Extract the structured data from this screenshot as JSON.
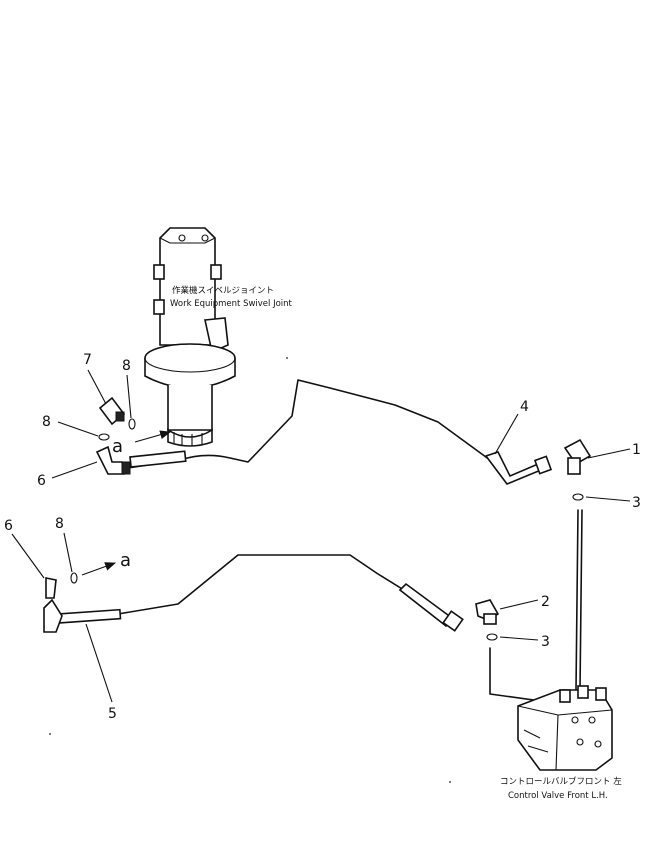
{
  "labels": {
    "swivel_joint_jp": "作業機スイベルジョイント",
    "swivel_joint_en": "Work Equipment Swivel Joint",
    "control_valve_jp": "コントロールバルブフロント 左",
    "control_valve_en": "Control Valve Front L.H."
  },
  "callouts": {
    "p1": "1",
    "p2": "2",
    "p3a": "3",
    "p3b": "3",
    "p4": "4",
    "p5": "5",
    "p6a": "6",
    "p6b": "6",
    "p7": "7",
    "p8a": "8",
    "p8b": "8",
    "p8c": "8"
  },
  "connection_marks": {
    "a_top": "a",
    "a_bottom": "a"
  }
}
